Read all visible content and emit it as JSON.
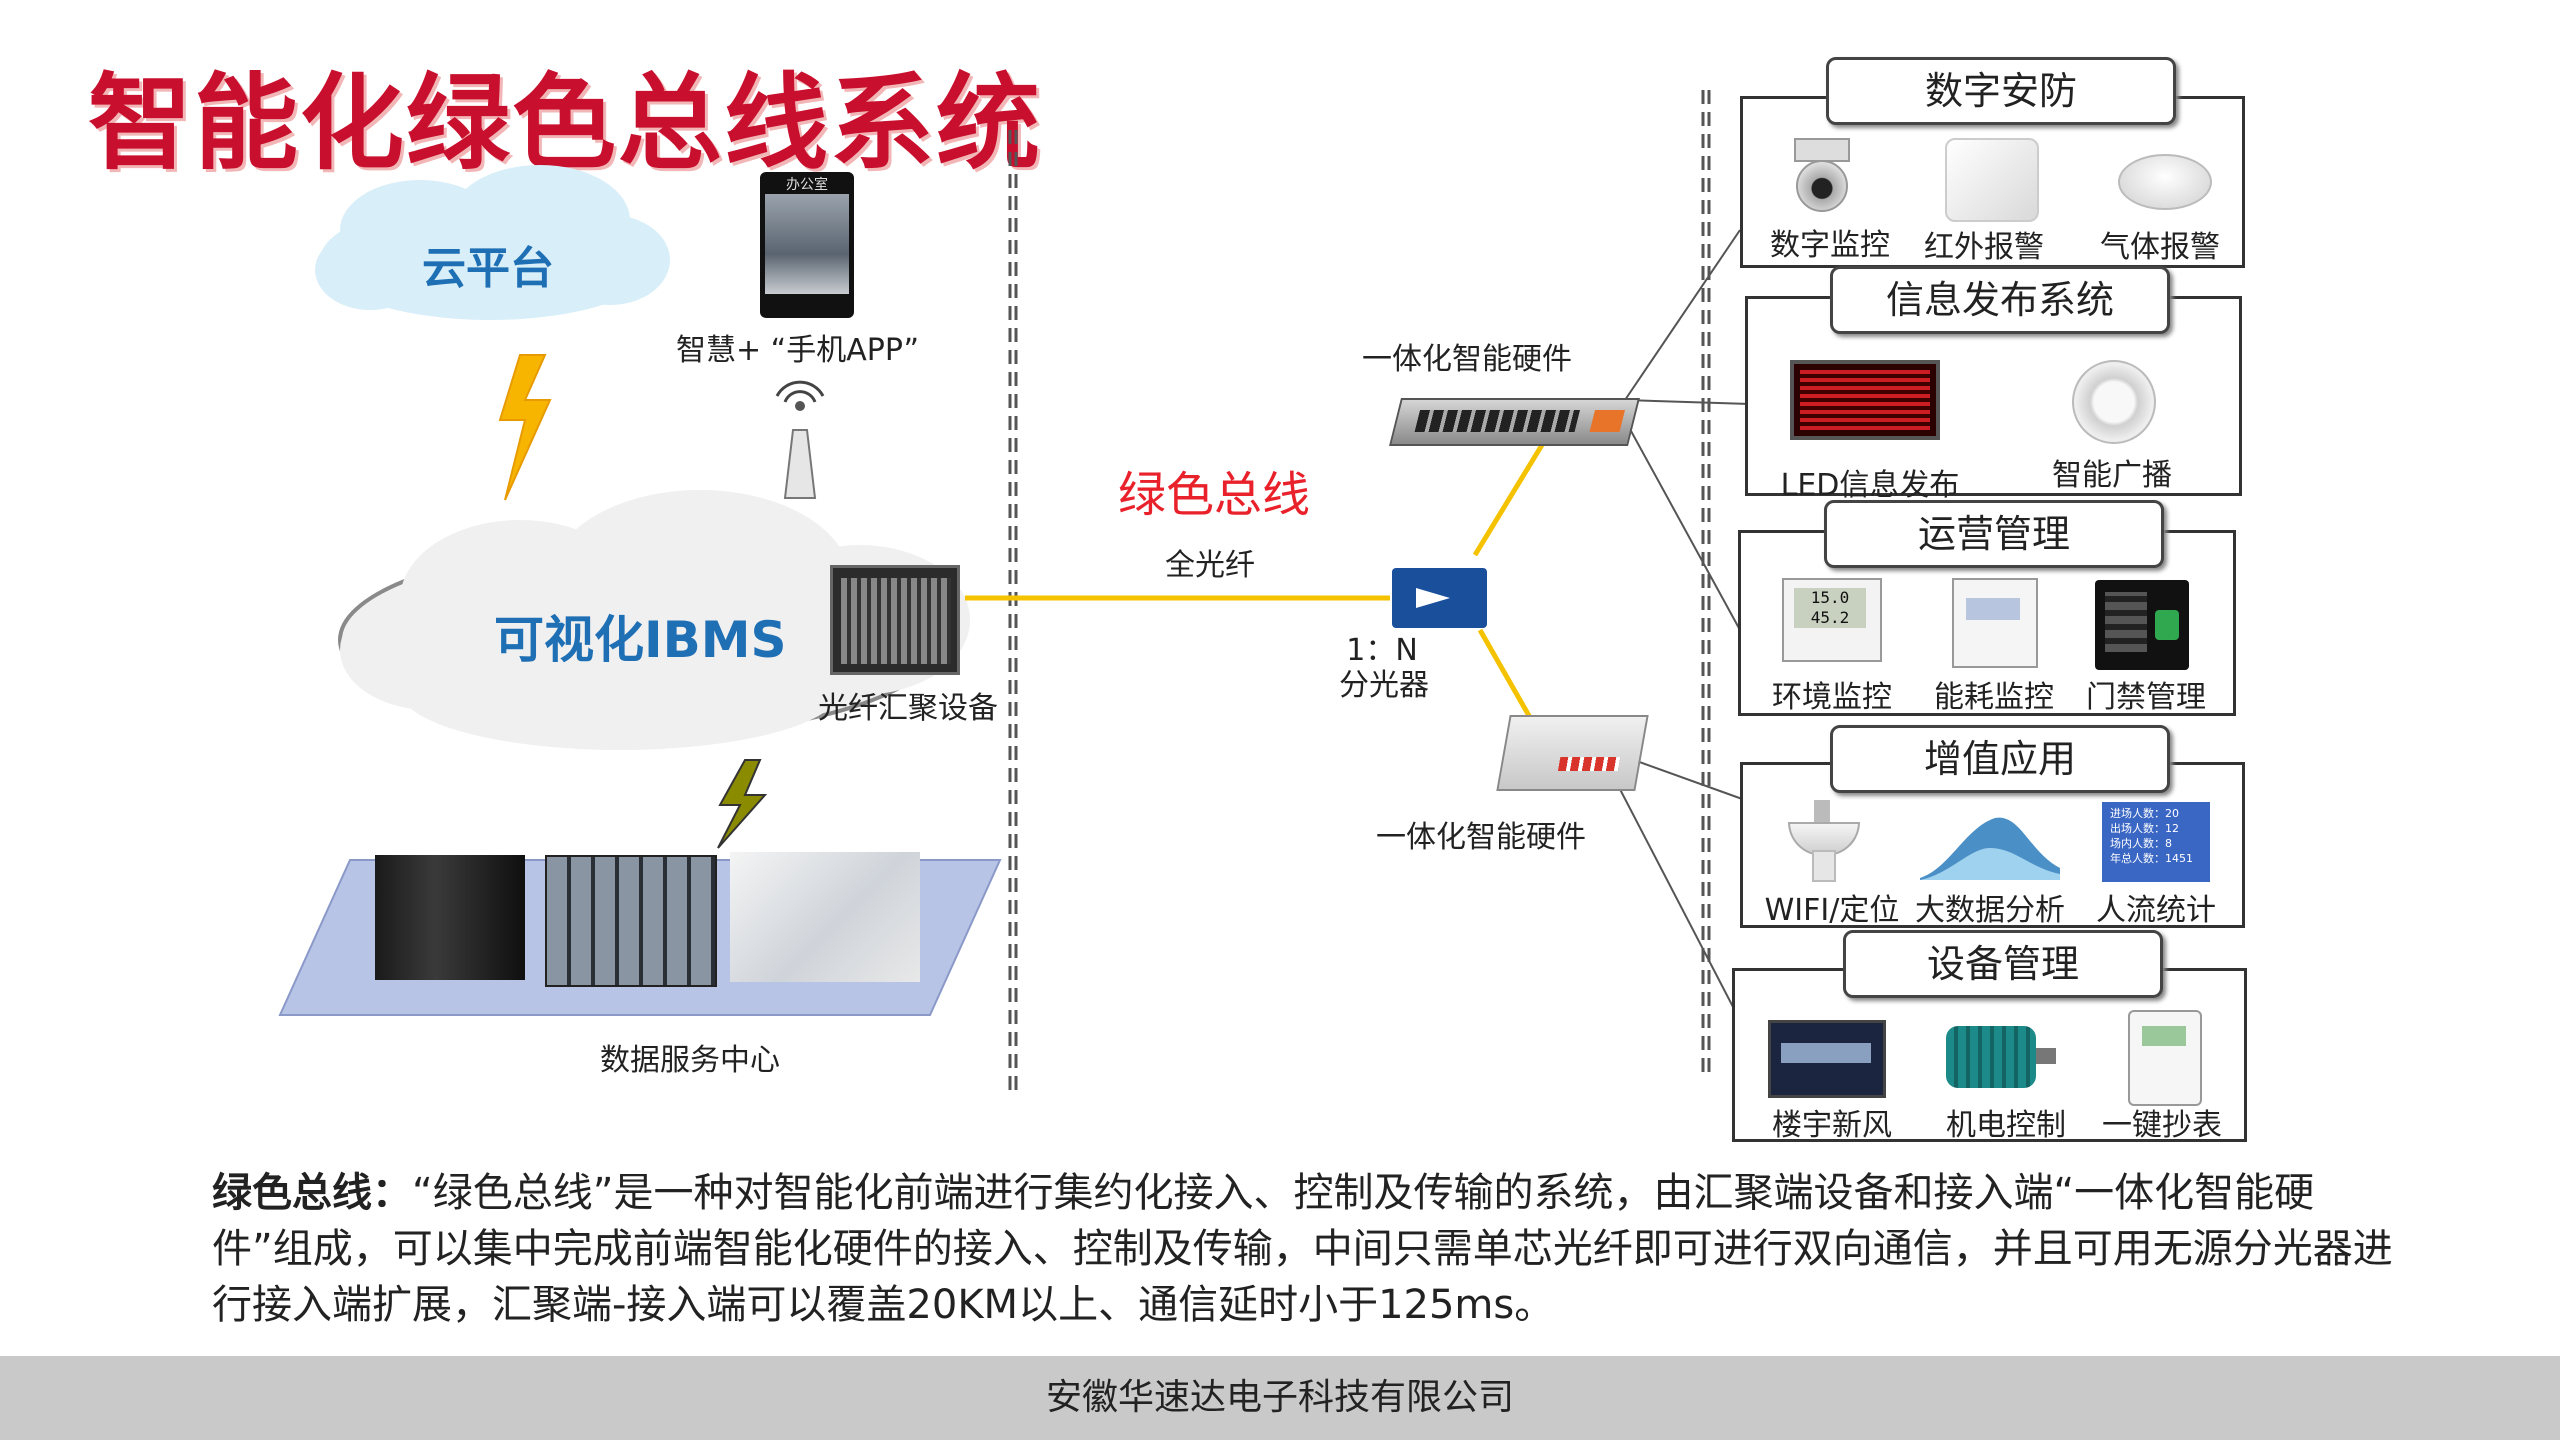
{
  "title": "智能化绿色总线系统",
  "cloud_platform": "云平台",
  "mobile_app": "智慧+ “手机APP”",
  "phone_screen": "办公室",
  "ibms": "可视化IBMS",
  "aggregator_label": "光纤汇聚设备",
  "data_center_label": "数据服务中心",
  "green_bus_label": "绿色总线",
  "full_fiber_label": "全光纤",
  "splitter_ratio": "1：N",
  "splitter_label": "分光器",
  "hardware_top_label": "一体化智能硬件",
  "hardware_bottom_label": "一体化智能硬件",
  "groups": [
    {
      "title": "数字安防",
      "items": [
        "数字监控",
        "红外报警",
        "气体报警"
      ]
    },
    {
      "title": "信息发布系统",
      "items": [
        "LED信息发布",
        "智能广播"
      ]
    },
    {
      "title": "运营管理",
      "items": [
        "环境监控",
        "能耗监控",
        "门禁管理"
      ],
      "screen_values": [
        "15.0",
        "45.2"
      ]
    },
    {
      "title": "增值应用",
      "items": [
        "WIFI/定位",
        "大数据分析",
        "人流统计"
      ],
      "stats": [
        "进场人数：20",
        "出场人数：12",
        "场内人数：8",
        "年总人数：1451"
      ]
    },
    {
      "title": "设备管理",
      "items": [
        "楼宇新风",
        "机电控制",
        "一键抄表"
      ]
    }
  ],
  "description": {
    "lead": "绿色总线：",
    "body": "“绿色总线”是一种对智能化前端进行集约化接入、控制及传输的系统，由汇聚端设备和接入端“一体化智能硬件”组成，可以集中完成前端智能化硬件的接入、控制及传输，中间只需单芯光纤即可进行双向通信，并且可用无源分光器进行接入端扩展，汇聚端-接入端可以覆盖20KM以上、通信延时小于125ms。"
  },
  "footer": "安徽华速达电子科技有限公司",
  "colors": {
    "title_red": "#c8102e",
    "bus_red": "#e8212a",
    "fiber_yellow": "#f5c200",
    "ibms_blue": "#1f6fb5"
  }
}
